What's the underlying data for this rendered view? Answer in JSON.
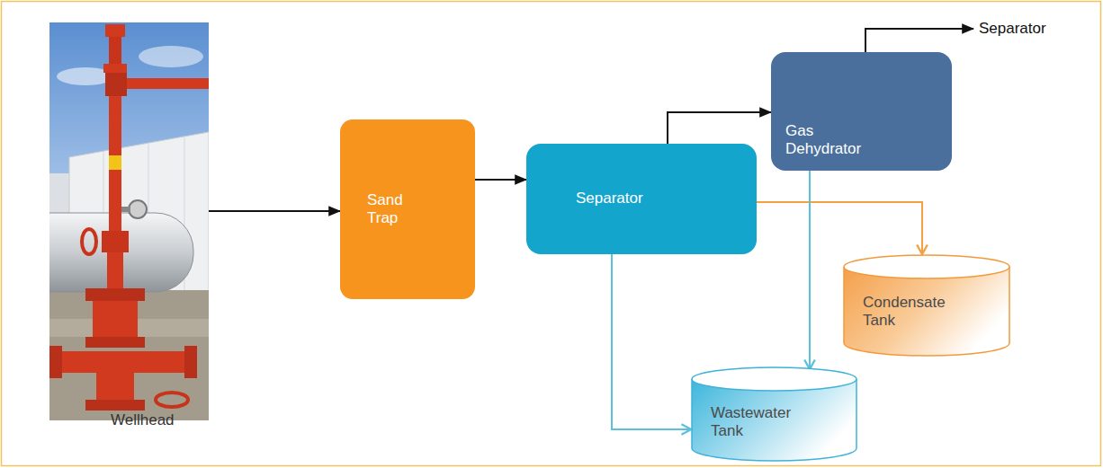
{
  "diagram": {
    "nodes": [
      {
        "text": [
          "Wellhead"
        ]
      },
      {
        "text": [
          "Sand Trap"
        ]
      },
      {
        "text": [
          "Separator"
        ]
      },
      {
        "text": [
          "Gas Dehydrator"
        ]
      },
      {
        "text": [
          "Separator"
        ]
      },
      {
        "text": [
          "Condensate Tank"
        ]
      },
      {
        "text": [
          "Wastewater Tank"
        ]
      }
    ],
    "edges": [
      {
        "from": 0,
        "to": 1,
        "arrow": "to"
      },
      {
        "from": 1,
        "to": 2,
        "arrow": "to"
      },
      {
        "from": 2,
        "to": 3,
        "arrow": "to"
      },
      {
        "from": 3,
        "to": 4,
        "arrow": "to"
      },
      {
        "from": 2,
        "to": 5,
        "arrow": "to"
      },
      {
        "from": 2,
        "to": 6,
        "arrow": "to"
      },
      {
        "from": 3,
        "to": 6,
        "arrow": "to"
      }
    ]
  }
}
